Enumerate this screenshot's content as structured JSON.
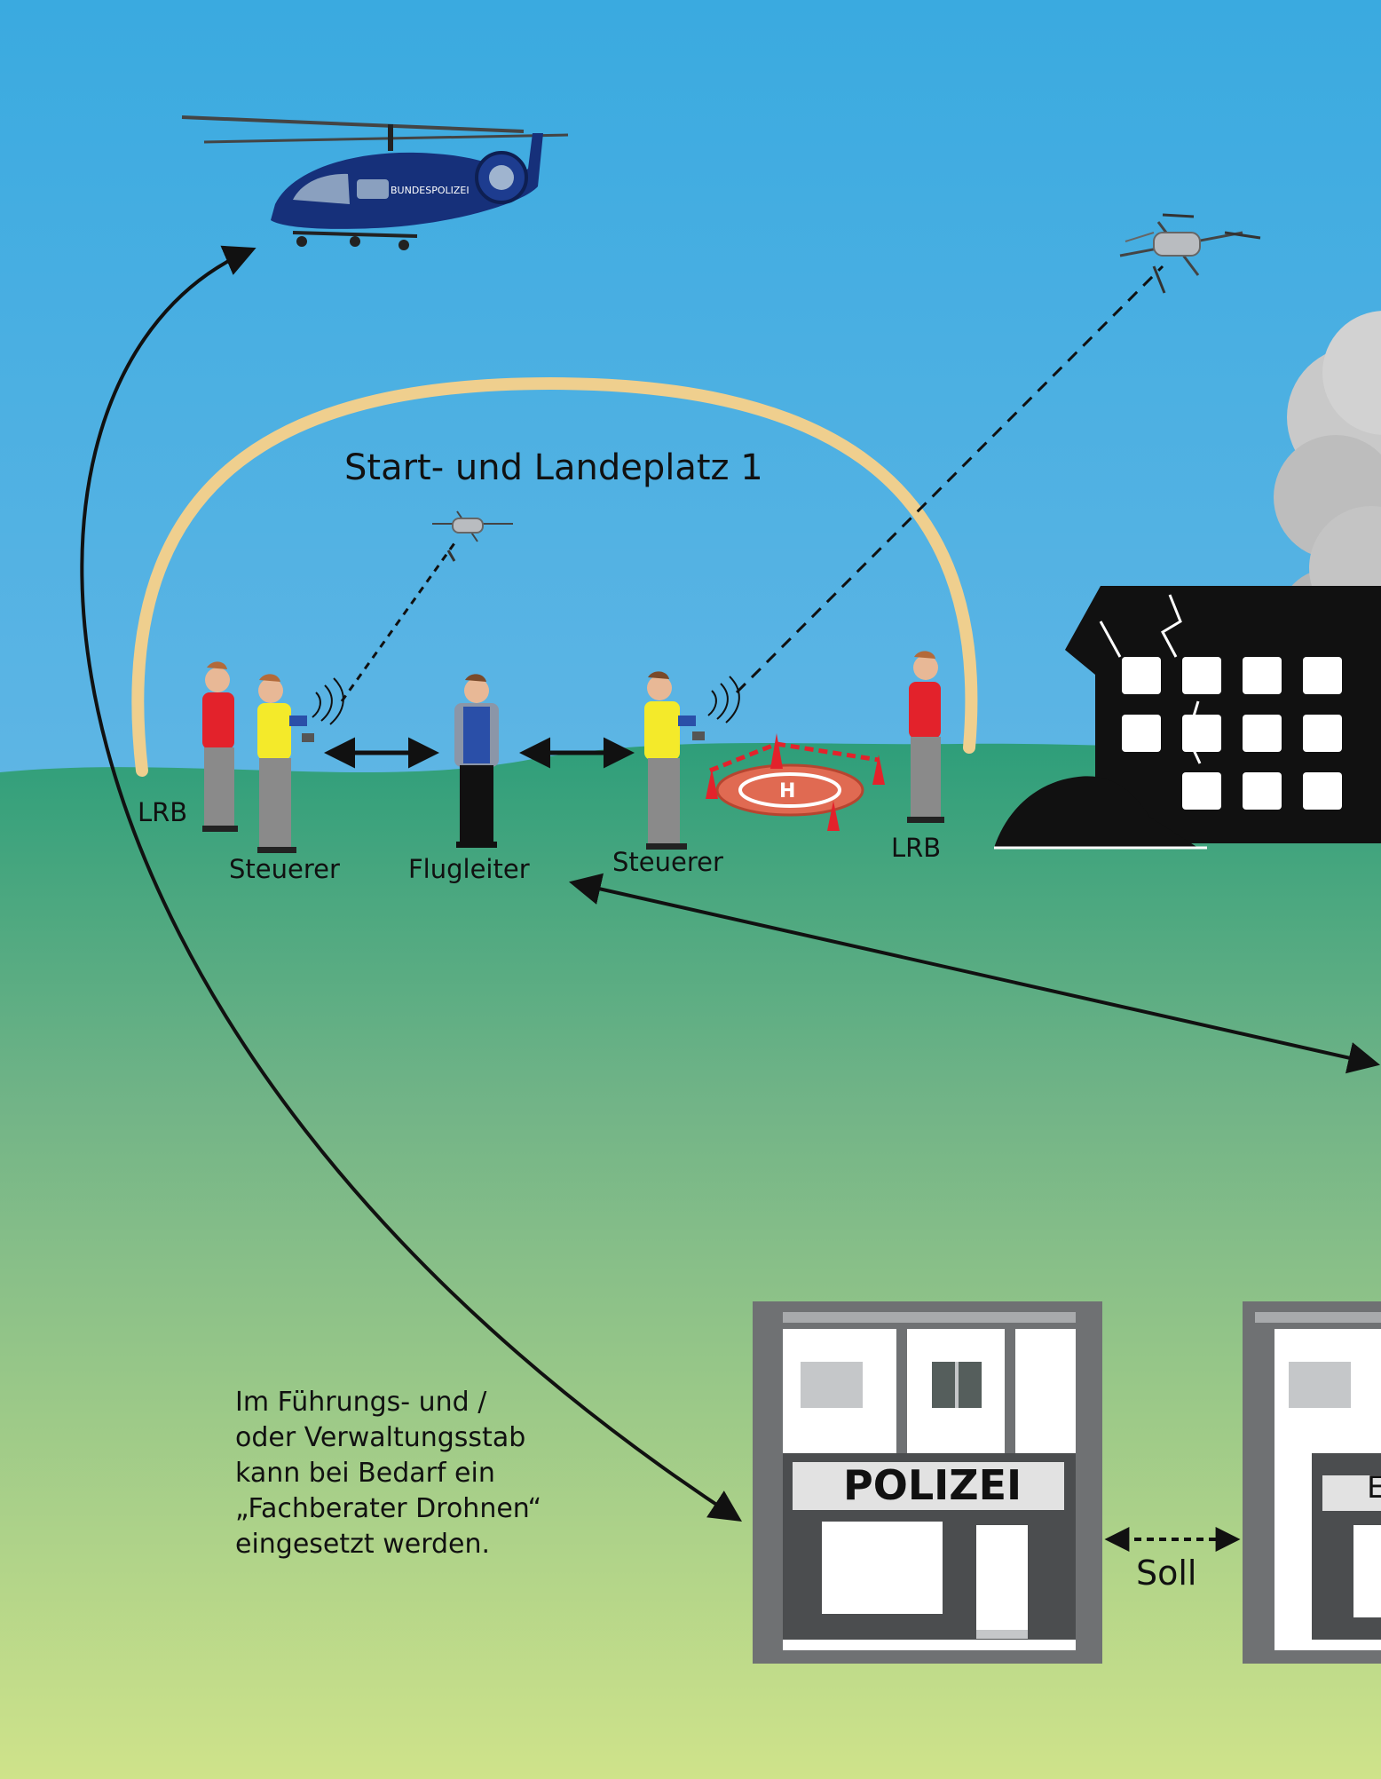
{
  "landing_zone": {
    "title": "Start- und Landeplatz 1"
  },
  "roles": {
    "lrb_left": "LRB",
    "steuerer_left": "Steuerer",
    "flugleiter": "Flugleiter",
    "steuerer_right": "Steuerer",
    "lrb_right": "LRB"
  },
  "helicopter": {
    "marking": "BUNDESPOLIZEI"
  },
  "note": "Im Führungs- und /\noder Verwaltungsstab\nkann bei Bedarf ein\n„Fachberater Drohnen“\neingesetzt werden.",
  "police_building": {
    "sign": "POLIZEI"
  },
  "second_building": {
    "sign_partial": "E"
  },
  "link": {
    "label": "Soll"
  },
  "colors": {
    "sky_top": "#3aaae0",
    "sky_bottom": "#8cc4ea",
    "grass_top": "#2e9e7a",
    "grass_bottom": "#cfe38a",
    "arc": "#efcf8e",
    "hi_vis_yellow": "#f4ea2a",
    "rescue_red": "#e3222b",
    "police_blue": "#2a4fa8",
    "helicopter": "#16307a",
    "building_grey": "#6d6d6d"
  }
}
